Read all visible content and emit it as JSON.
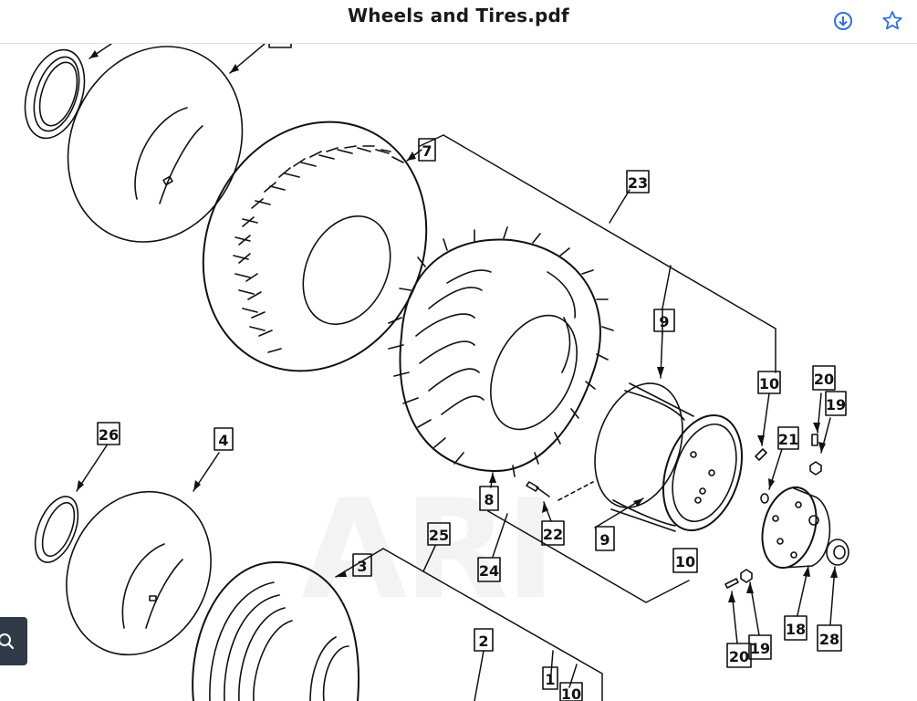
{
  "header": {
    "title": "Wheels and Tires.pdf",
    "accent_color": "#2f6fe4",
    "download_icon": "download-icon",
    "star_icon": "star-icon"
  },
  "watermark": {
    "text": "ARI"
  },
  "callouts": {
    "c7": "7",
    "c23": "23",
    "c9a": "9",
    "c10a": "10",
    "c20a": "20",
    "c19a": "19",
    "c21": "21",
    "c26": "26",
    "c4": "4",
    "c8": "8",
    "c22": "22",
    "c9b": "9",
    "c25": "25",
    "c24": "24",
    "c3": "3",
    "c10b": "10",
    "c2": "2",
    "c20b": "20",
    "c19b": "19",
    "c18": "18",
    "c28": "28",
    "c1": "1",
    "c10c": "10"
  },
  "search_fab": {
    "icon": "search-icon"
  }
}
